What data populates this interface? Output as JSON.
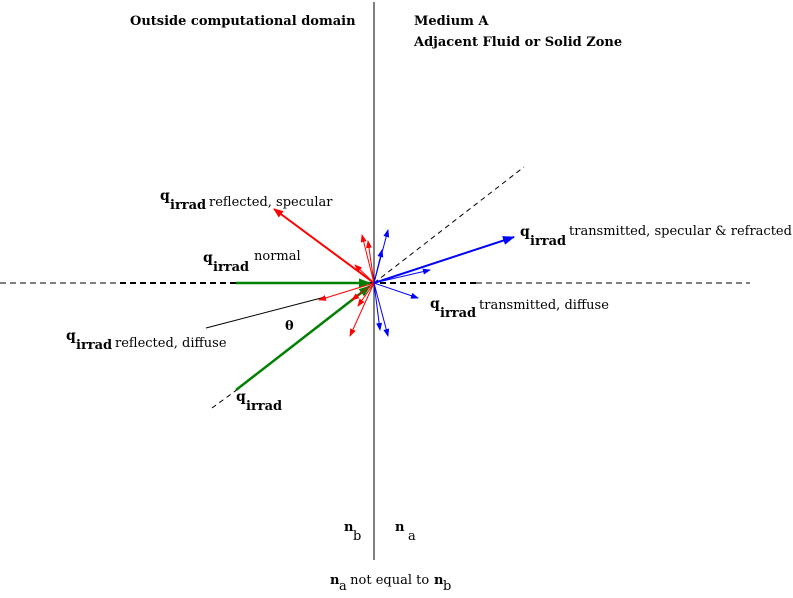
{
  "regions": {
    "outside": "Outside computational domain",
    "medium_a_line1": "Medium A",
    "medium_a_line2": "Adjacent Fluid or Solid Zone"
  },
  "labels": {
    "q": "q",
    "irrad": "irrad",
    "reflected_specular": " reflected, specular",
    "normal": "normal",
    "reflected_diffuse": " reflected, diffuse",
    "transmitted_specular": "transmitted, specular & refracted",
    "transmitted_diffuse": "transmitted, diffuse",
    "theta": "θ"
  },
  "indices": {
    "n": "n",
    "b": "b",
    "a": "a",
    "not_equal": " not equal to "
  },
  "colors": {
    "red": "#ff0000",
    "green": "#008000",
    "blue": "#0000ff",
    "black": "#000000"
  }
}
